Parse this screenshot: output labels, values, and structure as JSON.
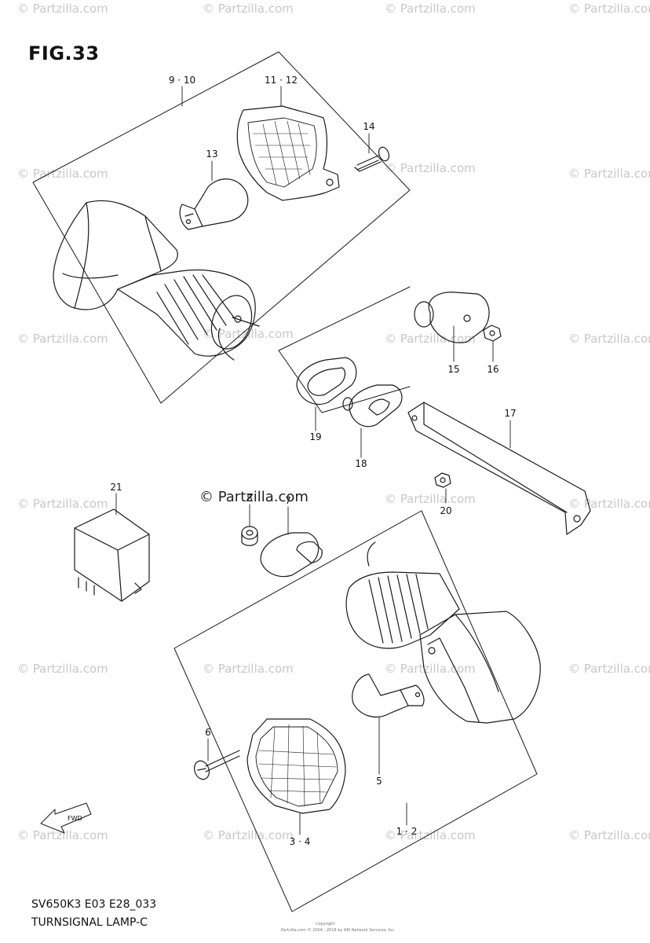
{
  "figure": {
    "title": "FIG.33",
    "stamp": "© Partzilla.com",
    "footer_code": "SV650K3 E03 E28_033",
    "footer_name": "TURNSIGNAL LAMP-C",
    "fwd_label": "FWD",
    "copyright_small_1": "Copyright",
    "copyright_small_2": "Partzilla.com © 2004 - 2018 by ARI Network Services, Inc."
  },
  "watermark": "© Partzilla.com",
  "callouts": {
    "p9_10": "9 · 10",
    "p11_12": "11 · 12",
    "p13": "13",
    "p14": "14",
    "p15": "15",
    "p16": "16",
    "p17": "17",
    "p18": "18",
    "p19": "19",
    "p20": "20",
    "p21": "21",
    "p8": "8",
    "p7": "7",
    "p6": "6",
    "p5": "5",
    "p3_4": "3 · 4",
    "p1_2": "1 · 2"
  }
}
